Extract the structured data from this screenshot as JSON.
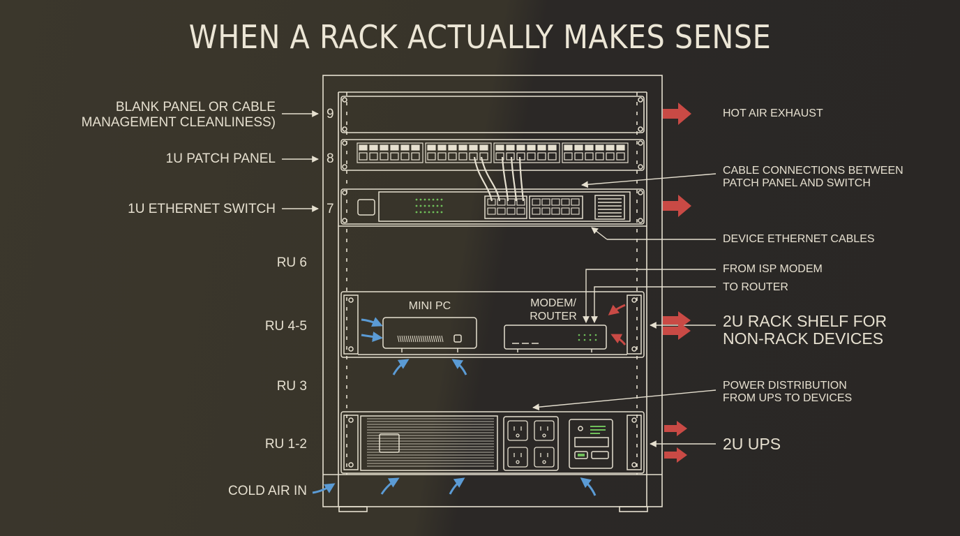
{
  "title": "WHEN A RACK ACTUALLY MAKES SENSE",
  "left_labels": {
    "blank_panel": [
      "BLANK PANEL OR CABLE",
      "MANAGEMENT CLEANLINESS)"
    ],
    "patch_panel": "1U PATCH PANEL",
    "switch": "1U ETHERNET SWITCH",
    "ru6": "RU 6",
    "ru45": "RU 4-5",
    "ru3": "RU 3",
    "ru12": "RU 1-2",
    "cold_air": "COLD AIR IN"
  },
  "unit_numbers": {
    "u9": "9",
    "u8": "8",
    "u7": "7"
  },
  "right_labels": {
    "hot_air": "HOT AIR EXHAUST",
    "cable_connections": [
      "CABLE CONNECTIONS BETWEEN",
      "PATCH PANEL AND SWITCH"
    ],
    "device_cables": "DEVICE ETHERNET CABLES",
    "from_isp": "FROM ISP MODEM",
    "to_router": "TO ROUTER",
    "shelf": [
      "2U RACK SHELF FOR",
      "NON-RACK DEVICES"
    ],
    "power_dist": [
      "POWER DISTRIBUTION",
      "FROM UPS TO DEVICES"
    ],
    "ups": "2U UPS"
  },
  "devices": {
    "mini_pc": "MINI PC",
    "modem_router": [
      "MODEM/",
      "ROUTER"
    ]
  },
  "colors": {
    "background_left": "#3b372c",
    "background_right": "#2a2725",
    "line": "#e6e0d0",
    "hot_air": "#c94a45",
    "cold_air": "#5b9bd5"
  }
}
